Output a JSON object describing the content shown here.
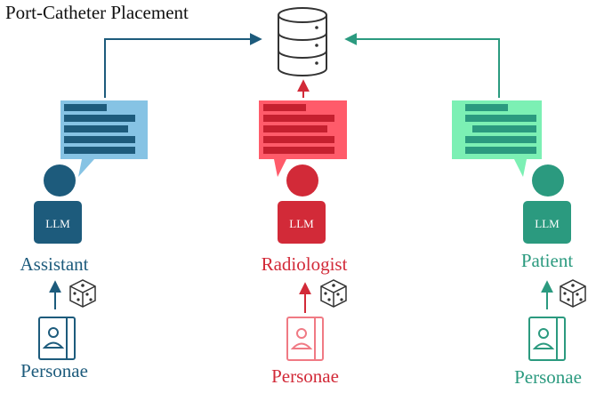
{
  "title": "Port-Catheter Placement",
  "colors": {
    "assistant": "#1d5b7c",
    "assistant_bubble": "#86c3e4",
    "radiologist": "#d22a38",
    "radiologist_bubble": "#ff5b6a",
    "patient": "#2b9a7f",
    "patient_bubble": "#7cf0b4",
    "database": "#333333"
  },
  "icons": [
    "database-icon",
    "chat-bubble-icon",
    "person-icon",
    "dice-icon",
    "persona-card-icon",
    "arrow-icon"
  ],
  "agents": [
    {
      "id": "assistant",
      "role": "Assistant",
      "model": "LLM",
      "source": "Personae"
    },
    {
      "id": "radiologist",
      "role": "Radiologist",
      "model": "LLM",
      "source": "Personae"
    },
    {
      "id": "patient",
      "role": "Patient",
      "model": "LLM",
      "source": "Personae"
    }
  ]
}
